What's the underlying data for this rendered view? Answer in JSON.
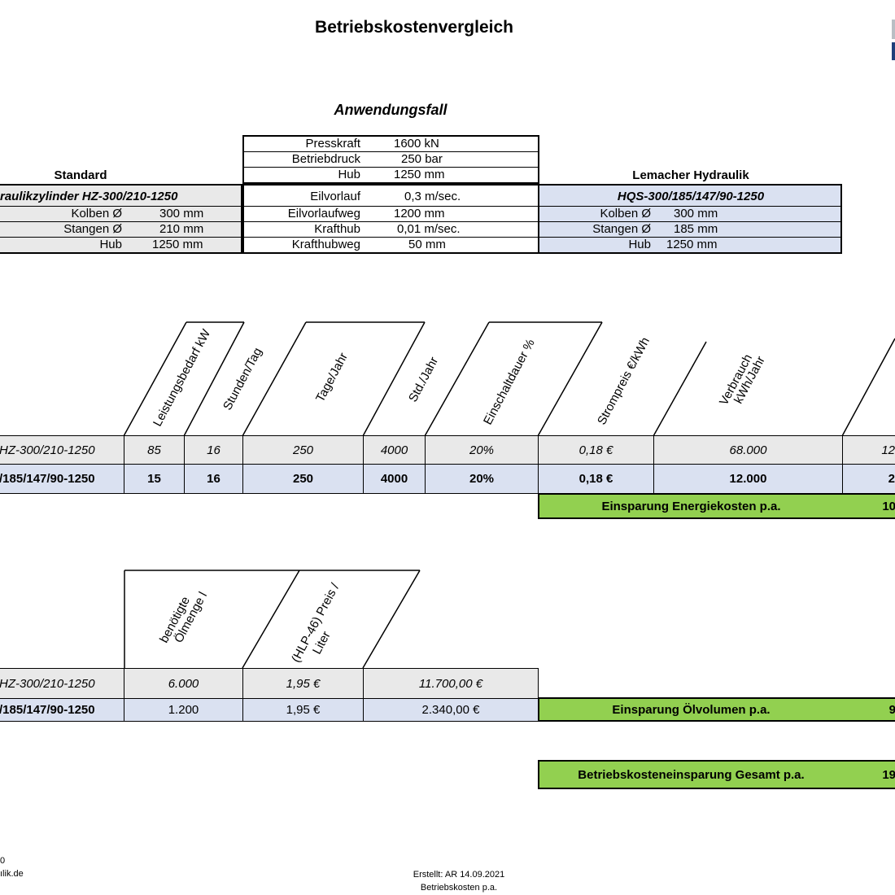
{
  "title": "Betriebskostenvergleich",
  "subtitle": "Anwendungsfall",
  "application": {
    "rows": [
      {
        "label": "Presskraft",
        "value": "1600 kN"
      },
      {
        "label": "Betriebdruck",
        "value": "250 bar"
      },
      {
        "label": "Hub",
        "value": "1250 mm"
      },
      {
        "label": "Eilvorlauf",
        "value": "0,3 m/sec."
      },
      {
        "label": "Eilvorlaufweg",
        "value": "1200 mm"
      },
      {
        "label": "Krafthub",
        "value": "0,01 m/sec."
      },
      {
        "label": "Krafthubweg",
        "value": "50 mm"
      }
    ]
  },
  "standard": {
    "heading": "Standard",
    "model": "raulikzylinder HZ-300/210-1250",
    "rows": [
      {
        "label": "Kolben Ø",
        "value": "300 mm"
      },
      {
        "label": "Stangen Ø",
        "value": "210 mm"
      },
      {
        "label": "Hub",
        "value": "1250 mm"
      }
    ]
  },
  "lemacher": {
    "heading": "Lemacher Hydraulik",
    "model": "HQS-300/185/147/90-1250",
    "rows": [
      {
        "label": "Kolben Ø",
        "value": "300 mm"
      },
      {
        "label": "Stangen Ø",
        "value": "185 mm"
      },
      {
        "label": "Hub",
        "value": "1250 mm"
      }
    ]
  },
  "energy": {
    "headers": [
      "Leistungsbedarf kW",
      "Stunden/Tag",
      "Tage/Jahr",
      "Std./Jahr",
      "Einschaltdauer %",
      "Strompreis €/kWh",
      "Verbrauch",
      "kWh/Jahr"
    ],
    "row_standard": {
      "name": "HZ-300/210-1250",
      "values": [
        "85",
        "16",
        "250",
        "4000",
        "20%",
        "0,18 €",
        "68.000",
        "12"
      ]
    },
    "row_lemacher": {
      "name": "/185/147/90-1250",
      "values": [
        "15",
        "16",
        "250",
        "4000",
        "20%",
        "0,18 €",
        "12.000",
        "2"
      ]
    },
    "saving_label": "Einsparung Energiekosten p.a.",
    "saving_value": "10"
  },
  "oil": {
    "headers": [
      "benötigte",
      "Ölmenge l",
      "(HLP-46) Preis /",
      "Liter"
    ],
    "row_standard": {
      "name": "HZ-300/210-1250",
      "values": [
        "6.000",
        "1,95 €",
        "11.700,00 €"
      ]
    },
    "row_lemacher": {
      "name": "/185/147/90-1250",
      "values": [
        "1.200",
        "1,95 €",
        "2.340,00 €"
      ]
    },
    "saving_label": "Einsparung Ölvolumen p.a.",
    "saving_value": "9"
  },
  "total": {
    "label": "Betriebskosteneinsparung Gesamt p.a.",
    "value": "19"
  },
  "footer": {
    "left_line1": "0",
    "left_line2": "ılik.de",
    "created": "Erstellt: AR 14.09.2021",
    "sheet": "Betriebskosten p.a."
  },
  "colors": {
    "gray": "#e9e9e9",
    "blue": "#dae1f1",
    "green": "#92d050"
  }
}
